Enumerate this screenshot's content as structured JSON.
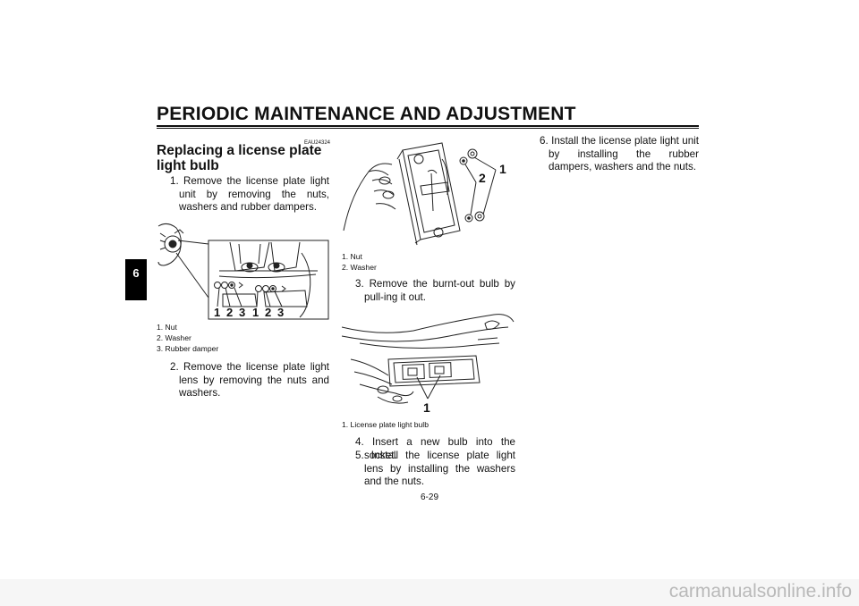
{
  "header": {
    "title": "PERIODIC MAINTENANCE AND ADJUSTMENT"
  },
  "chapter_tab": "6",
  "section": {
    "code": "EAU24324",
    "title": "Replacing a license plate light bulb"
  },
  "steps": {
    "s1": {
      "num": "1.",
      "text": "Remove the license plate light unit by removing the nuts, washers and rubber dampers."
    },
    "s2": {
      "num": "2.",
      "text": "Remove the license plate light lens by removing the nuts and washers."
    },
    "s3": {
      "num": "3.",
      "text": "Remove the burnt-out bulb by pull-ing it out."
    },
    "s4": {
      "num": "4.",
      "text": "Insert a new bulb into the socket."
    },
    "s5": {
      "num": "5.",
      "text": "Install the license plate light lens by installing the washers and the nuts."
    },
    "s6": {
      "num": "6.",
      "text": "Install the license plate light unit by installing the rubber dampers, washers and the nuts."
    }
  },
  "figure1": {
    "callouts": [
      "1",
      "2",
      "3",
      "1",
      "2",
      "3"
    ],
    "captions": [
      "1.  Nut",
      "2.  Washer",
      "3.  Rubber damper"
    ]
  },
  "figure2": {
    "callouts": [
      "1",
      "2"
    ],
    "captions": [
      "1.  Nut",
      "2.  Washer"
    ]
  },
  "figure3": {
    "callouts": [
      "1"
    ],
    "captions": [
      "1.  License plate light bulb"
    ]
  },
  "page_number": "6-29",
  "watermark": "carmanualsonline.info"
}
